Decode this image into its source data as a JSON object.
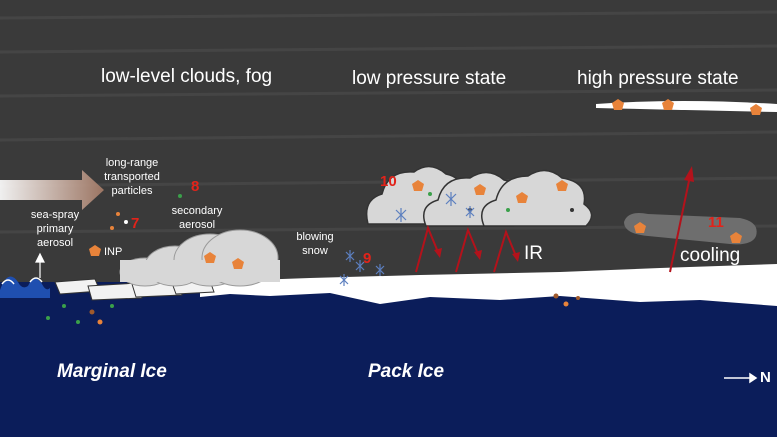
{
  "headings": {
    "low_clouds": "low-level clouds, fog",
    "low_pressure": "low pressure state",
    "high_pressure": "high pressure state"
  },
  "labels": {
    "long_range_1": "long-range",
    "long_range_2": "transported",
    "long_range_3": "particles",
    "sea_spray_1": "sea-spray",
    "sea_spray_2": "primary",
    "sea_spray_3": "aerosol",
    "inp": "INP",
    "secondary_1": "secondary",
    "secondary_2": "aerosol",
    "blowing_1": "blowing",
    "blowing_2": "snow",
    "ir": "IR",
    "cooling": "cooling"
  },
  "numbers": {
    "n7": "7",
    "n8": "8",
    "n9": "9",
    "n10": "10",
    "n11": "11"
  },
  "regions": {
    "marginal": "Marginal Ice",
    "pack": "Pack Ice"
  },
  "direction": {
    "north": "N"
  },
  "colors": {
    "sky": "#3a3a3a",
    "ocean": "#0b1d5a",
    "ice": "#ffffff",
    "cloud": "#d7d7d7",
    "number_red": "#e2231a",
    "arrow_red": "#b3121b",
    "particle_orange": "#e8833a",
    "wave_blue": "#1f4fb0"
  }
}
